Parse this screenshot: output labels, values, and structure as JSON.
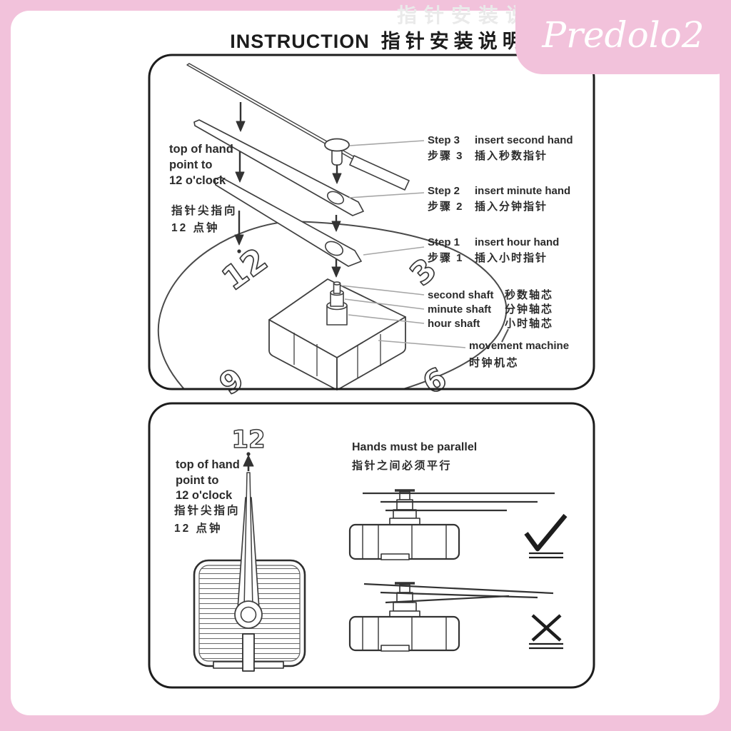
{
  "title": {
    "en": "INSTRUCTION",
    "zh": "指针安装说明"
  },
  "ghost_text": "指针安装说明",
  "watermark": "Predolo2",
  "colors": {
    "pink": "#f2c2db",
    "ink": "#2b2b2b",
    "line": "#3f3f3f",
    "leader": "#a6a6a6"
  },
  "top_panel": {
    "note": {
      "l1": "top of hand",
      "l2": "point to",
      "l3": "12 o'clock",
      "l4": "指针尖指向",
      "l5": "12 点钟"
    },
    "steps": [
      {
        "no_en": "Step 3",
        "text_en": "insert second hand",
        "no_zh": "步骤 3",
        "text_zh": "插入秒数指针"
      },
      {
        "no_en": "Step 2",
        "text_en": "insert minute hand",
        "no_zh": "步骤 2",
        "text_zh": "插入分钟指针"
      },
      {
        "no_en": "Step 1",
        "text_en": "insert hour hand",
        "no_zh": "步骤 1",
        "text_zh": "插入小时指针"
      }
    ],
    "shafts": [
      {
        "en": "second shaft",
        "zh": "秒数轴芯"
      },
      {
        "en": "minute shaft",
        "zh": "分钟轴芯"
      },
      {
        "en": "hour shaft",
        "zh": "小时轴芯"
      }
    ],
    "movement": {
      "en": "movement machine",
      "zh": "时钟机芯"
    },
    "numerals": {
      "n12": "12",
      "n3": "3",
      "n9": "9",
      "n6": "6"
    }
  },
  "bottom_panel": {
    "numeral": "12",
    "note": {
      "l1": "top of hand",
      "l2": "point to",
      "l3": "12 o'clock",
      "l4": "指针尖指向",
      "l5": "12 点钟"
    },
    "parallel": {
      "en": "Hands must be parallel",
      "zh": "指针之间必须平行"
    }
  }
}
